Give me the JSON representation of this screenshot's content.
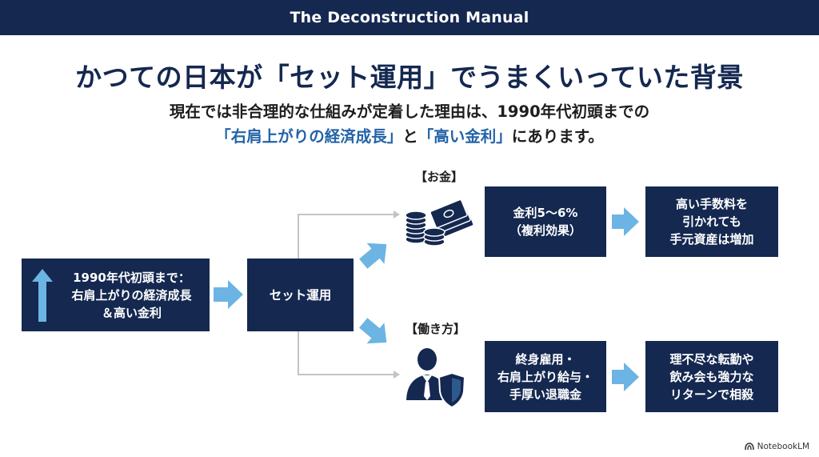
{
  "header": {
    "title": "The Deconstruction Manual"
  },
  "main_title": "かつての日本が「セット運用」でうまくいっていた背景",
  "subtitle": {
    "line1": "現在では非合理的な仕組みが定着した理由は、1990年代初頭までの",
    "line2_highlight1": "「右肩上がりの経済成長」",
    "line2_mid": "と",
    "line2_highlight2": "「高い金利」",
    "line2_end": "にあります。"
  },
  "flow": {
    "origin": {
      "line1": "1990年代初頭まで：",
      "line2": "右肩上がりの経済成長",
      "line3": "＆高い金利"
    },
    "center": {
      "label": "セット運用"
    },
    "money": {
      "label": "【お金】",
      "step1": {
        "line1": "金利5〜6%",
        "line2": "（複利効果）"
      },
      "step2": {
        "line1": "高い手数料を",
        "line2": "引かれても",
        "line3": "手元資産は増加"
      }
    },
    "work": {
      "label": "【働き方】",
      "step1": {
        "line1": "終身雇用・",
        "line2": "右肩上がり給与・",
        "line3": "手厚い退職金"
      },
      "step2": {
        "line1": "理不尽な転勤や",
        "line2": "飲み会も強力な",
        "line3": "リターンで相殺"
      }
    }
  },
  "colors": {
    "navy": "#142850",
    "accent_arrow": "#6cb4e4",
    "highlight_text": "#2363a8",
    "connector": "#c4c4c4"
  },
  "icons": [
    "up-arrow-icon",
    "money-stack-icon",
    "businessman-shield-icon",
    "notebooklm-logo-icon"
  ],
  "footer": {
    "brand": "NotebookLM"
  }
}
